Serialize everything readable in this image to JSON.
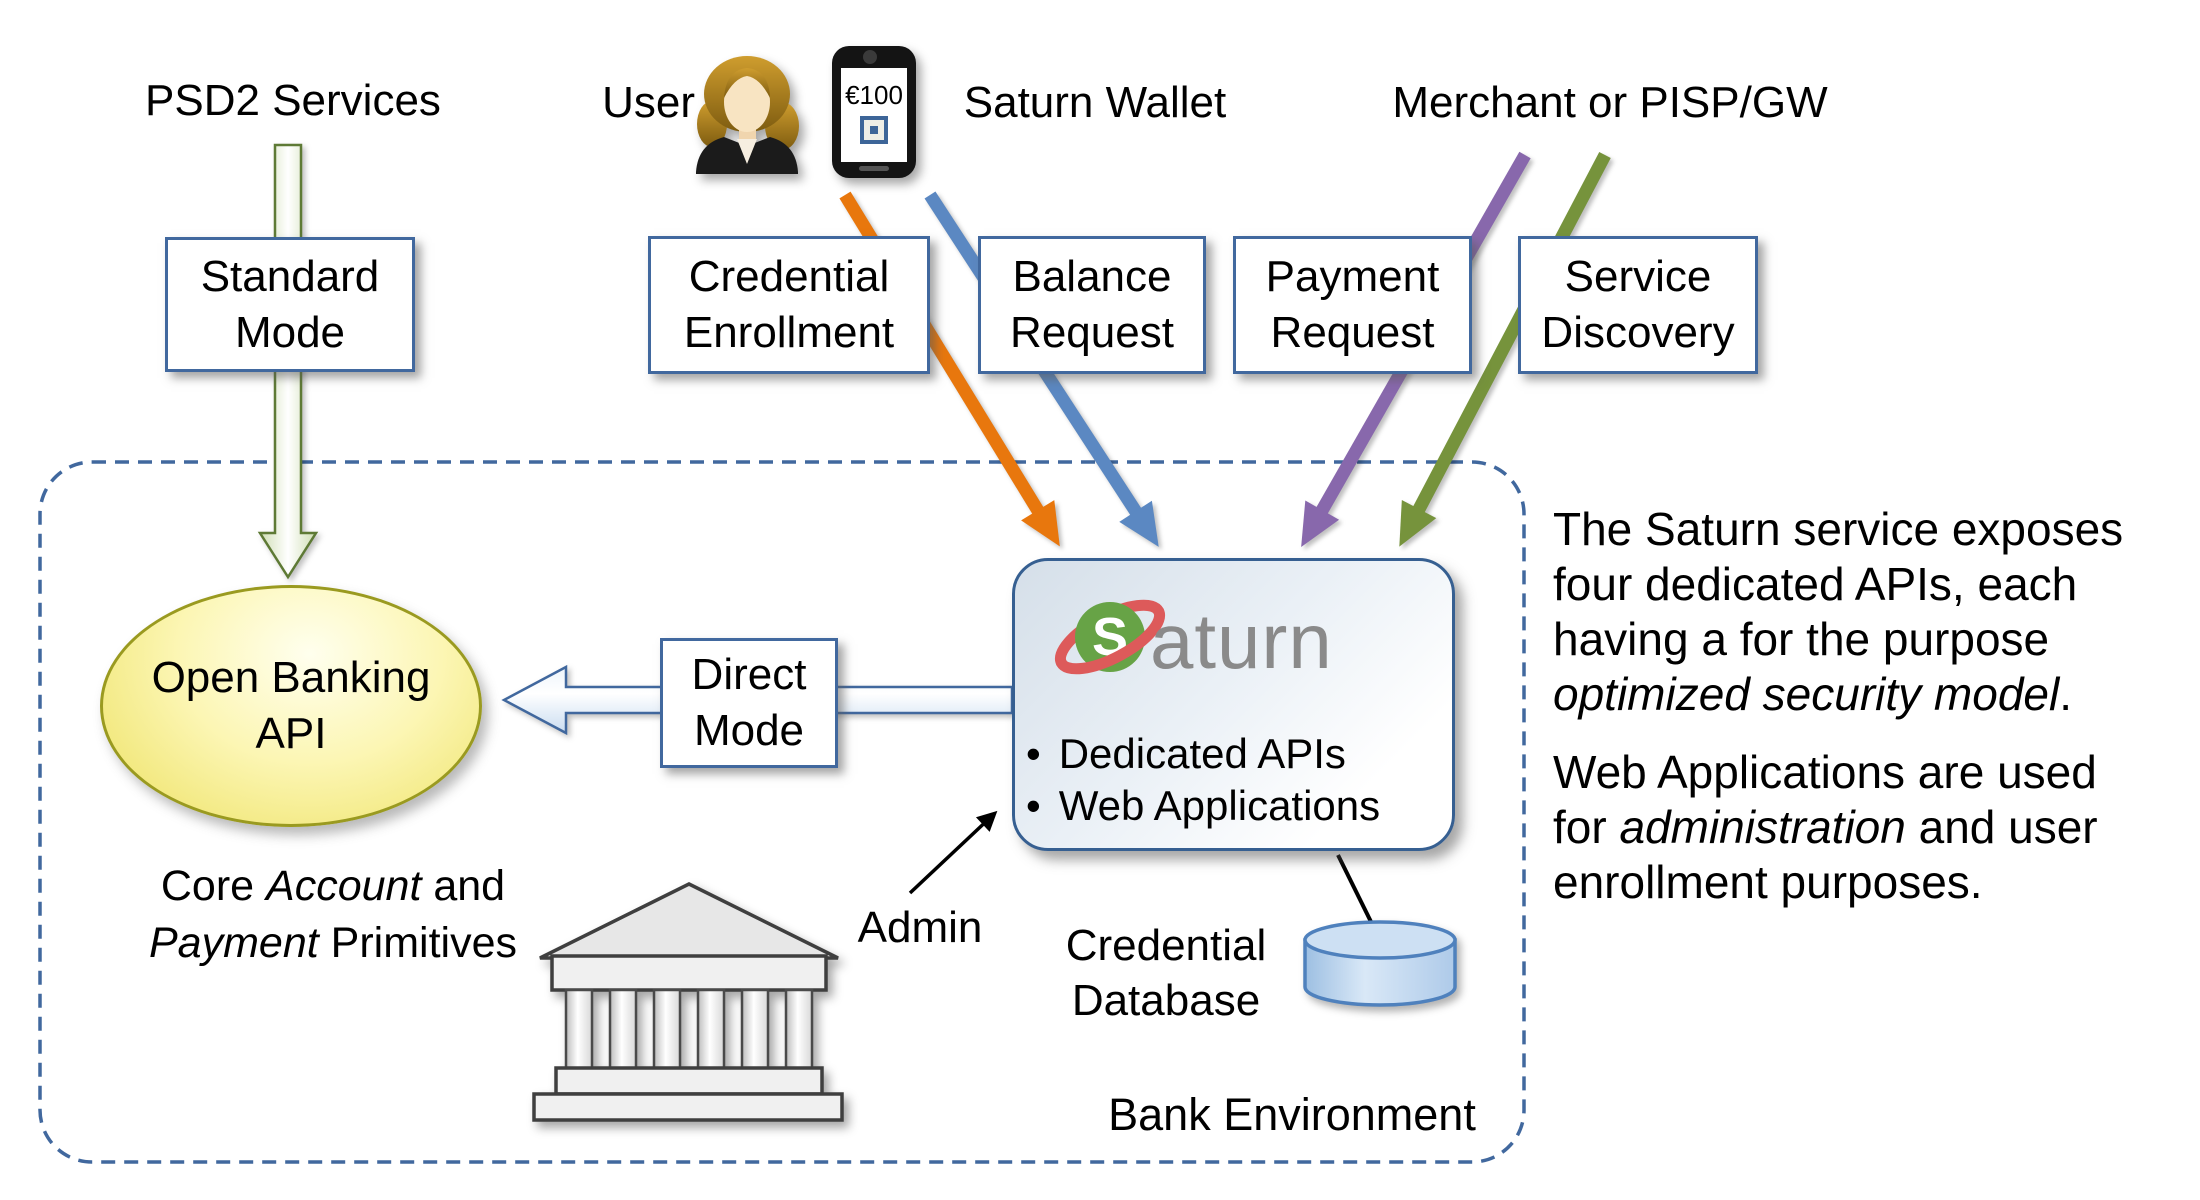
{
  "header": {
    "psd2": "PSD2 Services",
    "user": "User",
    "wallet": "Saturn Wallet",
    "merchant": "Merchant or PISP/GW",
    "phone_amount": "€100"
  },
  "flows": {
    "standard_mode": {
      "line1": "Standard",
      "line2": "Mode"
    },
    "direct_mode": {
      "line1": "Direct",
      "line2": "Mode"
    },
    "api_boxes": [
      {
        "line1": "Credential",
        "line2": "Enrollment"
      },
      {
        "line1": "Balance",
        "line2": "Request"
      },
      {
        "line1": "Payment",
        "line2": "Request"
      },
      {
        "line1": "Service",
        "line2": "Discovery"
      }
    ]
  },
  "bank": {
    "open_banking": {
      "line1": "Open Banking",
      "line2": "API"
    },
    "core_text": {
      "l1a": "Core ",
      "l1b": "Account",
      "l1c": " and",
      "l2a": "Payment",
      "l2b": " Primitives"
    },
    "admin": "Admin",
    "credential_db": {
      "line1": "Credential",
      "line2": "Database"
    },
    "environment": "Bank Environment"
  },
  "saturn": {
    "logo_s": "S",
    "logo_rest": "aturn",
    "bullets": [
      {
        "marker": "•",
        "label": "Dedicated APIs"
      },
      {
        "marker": "•",
        "label": "Web Applications"
      }
    ]
  },
  "side_text": {
    "p1_l1": "The Saturn service exposes",
    "p1_l2": "four dedicated APIs, each",
    "p1_l3": "having a for the purpose",
    "p1_l4_italic": "optimized security model",
    "p1_l4_end": ".",
    "p2_l1": "Web Applications are used",
    "p2_l2a": "for ",
    "p2_l2b_italic": "administration",
    "p2_l2c": " and user",
    "p2_l3": "enrollment purposes."
  },
  "colors": {
    "box_border": "#41689e",
    "dashed_border": "#41689e",
    "arrow_orange": "#e8770d",
    "arrow_blue": "#5b88c2",
    "arrow_purple": "#8868ac",
    "arrow_green": "#76933c",
    "psd2_arrow_border": "#5e7a35",
    "ellipse_border": "#9a9a20",
    "logo_green": "#67a346",
    "logo_ring": "#dd5a5a",
    "logo_gray": "#8a8a8a",
    "cylinder_border": "#4f81bd"
  }
}
